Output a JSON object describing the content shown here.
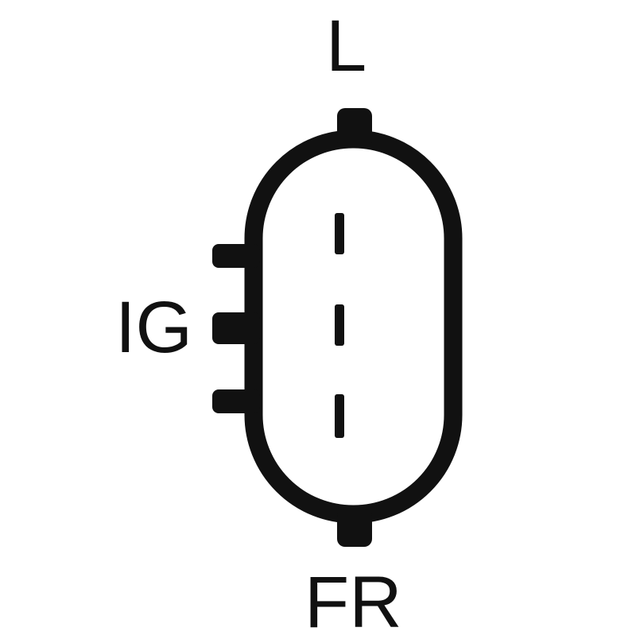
{
  "diagram": {
    "labels": {
      "top": "L",
      "left": "IG",
      "bottom": "FR"
    },
    "colors": {
      "stroke": "#111111",
      "background": "#ffffff"
    }
  }
}
